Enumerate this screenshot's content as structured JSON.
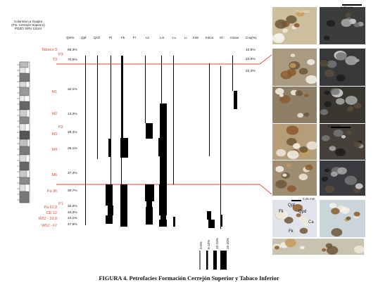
{
  "column_title": {
    "line1": "Columna La Guajira",
    "line2": "(Fm. Cerrejón Superior)",
    "line3": "POZO: ERV 13144"
  },
  "headers": [
    "Qm%",
    "Qpf",
    "QCh",
    "Pl",
    "Fk",
    "Fl",
    "Ls",
    "Lm",
    "Lv",
    "Li",
    "IntS",
    "IntCa",
    "Gl",
    "micas",
    "Coq(%)"
  ],
  "samples": [
    {
      "name": "Tabaco 3",
      "qm": "69,3%",
      "coq": "10,8%"
    },
    {
      "name": "T3",
      "qm": "70,5%",
      "coq": "23,5%"
    },
    {
      "name": "",
      "qm": "",
      "coq": "22,3%"
    },
    {
      "name": "M1",
      "qm": "32,1%",
      "coq": ""
    },
    {
      "name": "M2",
      "qm": "13,3%",
      "coq": ""
    },
    {
      "name": "M3",
      "qm": "29,4%",
      "coq": ""
    },
    {
      "name": "M4",
      "qm": "25,1%",
      "coq": ""
    },
    {
      "name": "M6",
      "qm": "37,4%",
      "coq": ""
    },
    {
      "name": "Pa 36",
      "qm": "30,7%",
      "coq": ""
    },
    {
      "name": "Pa 62,9",
      "qm": "32,0%",
      "coq": ""
    },
    {
      "name": "CE 12",
      "qm": "34,3%",
      "coq": ""
    },
    {
      "name": "W52 - 33,8",
      "qm": "24,1%",
      "coq": ""
    },
    {
      "name": "W52 - 67",
      "qm": "47,9%",
      "coq": ""
    }
  ],
  "zones": [
    "P3",
    "P2",
    "P1"
  ],
  "legend": [
    "0-5%",
    "5-10%",
    "10-15%",
    "15-20%"
  ],
  "scale_bars": [
    "0.25 mm",
    "0.25 mm",
    "0.25 mm"
  ],
  "photo_labels": {
    "tabaco": "TABACO",
    "qpf": "Qpf",
    "qpd": "Qpd",
    "fk": "Fk",
    "ca": "Ca",
    "fk2": "Fk"
  },
  "caption": "FIGURA 4.  Petrofacies Formación Cerrejón Superior y Tabaco Inferior",
  "colors": {
    "red": "#e0483a",
    "black": "#000000"
  }
}
